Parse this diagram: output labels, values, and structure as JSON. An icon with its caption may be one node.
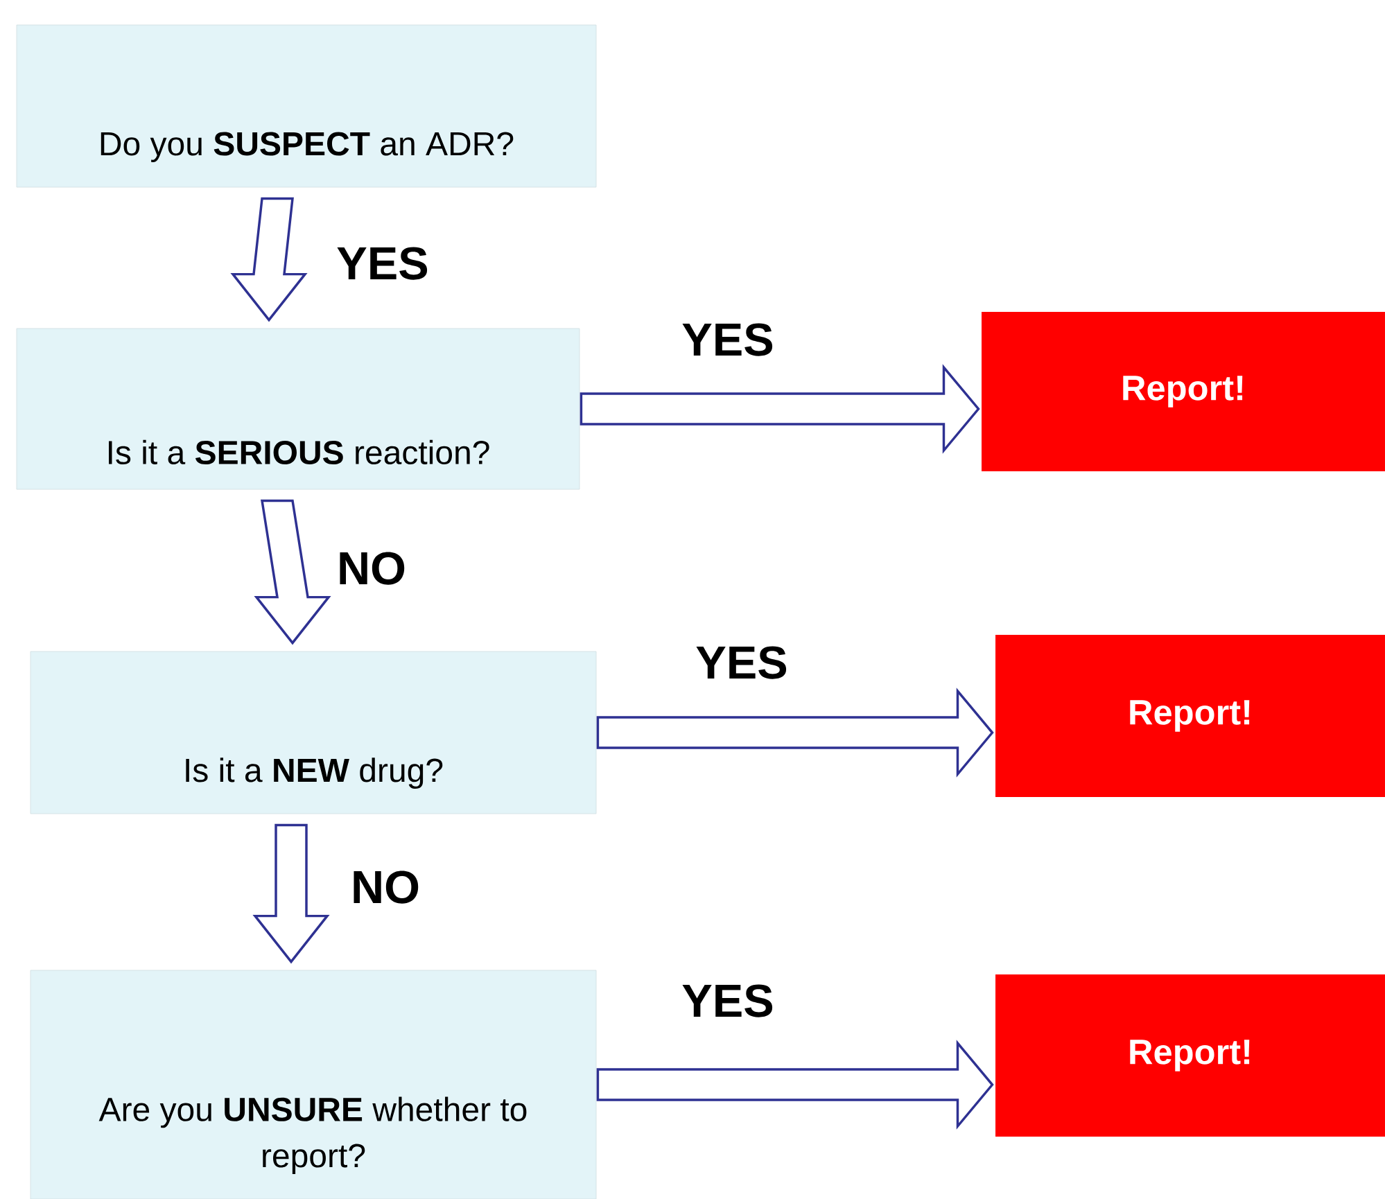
{
  "diagram": {
    "nodes": [
      {
        "text": [
          "Do you **SUSPECT** an ADR?"
        ]
      },
      {
        "text": [
          "Is it a **SERIOUS** reaction?"
        ]
      },
      {
        "text": [
          "Is it a **NEW** drug?"
        ]
      },
      {
        "text": [
          "Are you **UNSURE** whether to report?"
        ]
      },
      {
        "text": [
          "Report!"
        ]
      },
      {
        "text": [
          "Report!"
        ]
      },
      {
        "text": [
          "Report!"
        ]
      }
    ],
    "edges": [
      {
        "from": 0,
        "to": 1,
        "arrow": "to",
        "label": "YES"
      },
      {
        "from": 1,
        "to": 4,
        "arrow": "to",
        "label": "YES"
      },
      {
        "from": 1,
        "to": 2,
        "arrow": "to",
        "label": "NO"
      },
      {
        "from": 2,
        "to": 5,
        "arrow": "to",
        "label": "YES"
      },
      {
        "from": 2,
        "to": 3,
        "arrow": "to",
        "label": "NO"
      },
      {
        "from": 3,
        "to": 6,
        "arrow": "to",
        "label": "YES"
      }
    ]
  }
}
